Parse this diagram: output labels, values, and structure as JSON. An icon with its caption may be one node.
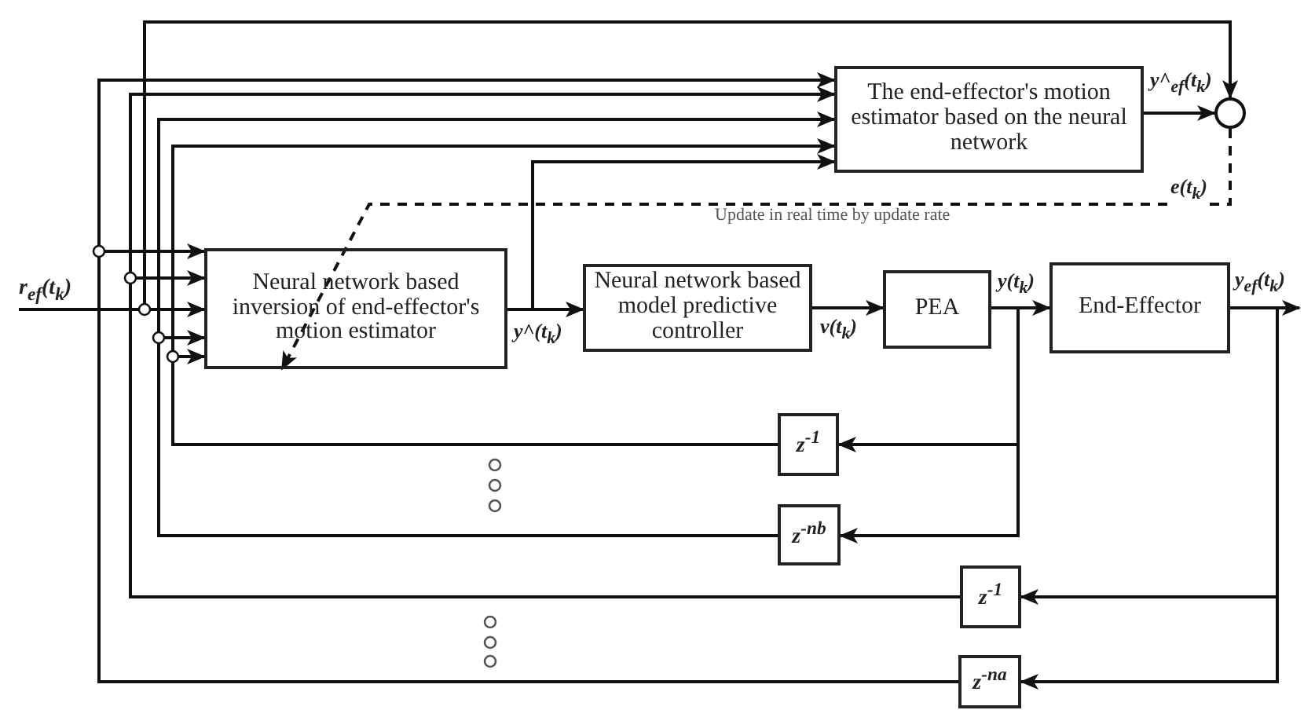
{
  "diagram": {
    "nodes": [
      {
        "text": [
          "The end-effector's motion estimator based on the neural network"
        ]
      },
      {
        "text": [],
        "shape": "circle"
      },
      {
        "text": [
          "r$_{ef}$(t$_{k}$)"
        ]
      },
      {
        "text": [
          "Neural network based inversion of end-effector's motion estimator"
        ]
      },
      {
        "text": [
          "Neural network based model predictive controller"
        ]
      },
      {
        "text": [
          "PEA"
        ]
      },
      {
        "text": [
          "End-Effector"
        ]
      },
      {
        "text": [
          "z$^{-1}$"
        ]
      },
      {
        "text": [
          "z$^{-nb}$"
        ]
      },
      {
        "text": [
          "z$^{-1}$"
        ]
      },
      {
        "text": [
          "z$^{-na}$"
        ]
      }
    ],
    "edges": [
      {
        "from": 2,
        "to": 3,
        "arrow": "to"
      },
      {
        "from": 2,
        "to": 1,
        "arrow": "to"
      },
      {
        "from": 3,
        "to": 4,
        "arrow": "to",
        "label": "y^(t$_{k}$)"
      },
      {
        "from": 3,
        "to": 0,
        "arrow": "to"
      },
      {
        "from": 4,
        "to": 5,
        "arrow": "to",
        "label": "v(t$_{k}$)"
      },
      {
        "from": 5,
        "to": 6,
        "arrow": "to",
        "label": "y(t$_{k}$)"
      },
      {
        "from": 5,
        "to": 7,
        "arrow": "to"
      },
      {
        "from": 5,
        "to": 8,
        "arrow": "to"
      },
      {
        "from": 6,
        "to": null,
        "arrow": "to",
        "label": "y$_{ef}$(t$_{k}$)"
      },
      {
        "from": 6,
        "to": 9,
        "arrow": "to"
      },
      {
        "from": 6,
        "to": 10,
        "arrow": "to"
      },
      {
        "from": 0,
        "to": 1,
        "arrow": "to",
        "label": "y^$_{ef}$(t$_{k}$)"
      },
      {
        "from": 1,
        "to": 3,
        "arrow": "to",
        "style": "dashed",
        "label": "e(t$_{k}$)"
      },
      {
        "from": 7,
        "to": 3,
        "arrow": "to"
      },
      {
        "from": 7,
        "to": 0,
        "arrow": "to"
      },
      {
        "from": 8,
        "to": 3,
        "arrow": "to"
      },
      {
        "from": 8,
        "to": 0,
        "arrow": "to"
      },
      {
        "from": 9,
        "to": 3,
        "arrow": "to"
      },
      {
        "from": 9,
        "to": 0,
        "arrow": "to"
      },
      {
        "from": 10,
        "to": 3,
        "arrow": "to"
      },
      {
        "from": 10,
        "to": 0,
        "arrow": "to"
      }
    ],
    "labels": [
      "Update in real time by update rate"
    ]
  }
}
